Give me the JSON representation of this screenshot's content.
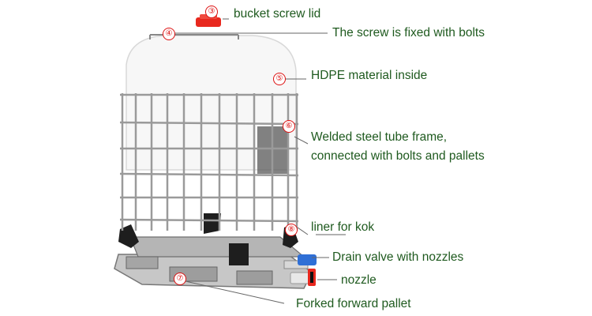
{
  "labels": {
    "lid": "bucket screw lid",
    "bolts": "The screw is fixed with bolts",
    "hdpe": "HDPE material inside",
    "frame_line1": "Welded steel tube frame,",
    "frame_line2": "connected with bolts and pallets",
    "liner": "liner  for kok",
    "drain": "Drain valve with nozzles",
    "nozzle": "nozzle",
    "pallet": "Forked forward pallet"
  },
  "markers": {
    "lid": "③",
    "bolts": "④",
    "hdpe": "⑤",
    "frame": "⑥",
    "pallet": "⑦",
    "liner": "⑧"
  },
  "colors": {
    "label_text": "#1f5a1f",
    "marker": "#dd1111",
    "lid": "#e8281e",
    "valve": "#2f6fd6",
    "leader_line": "#666666",
    "frame_steel": "#9a9a9a",
    "tank": "#f6f6f6",
    "pallet": "#bfbfbf"
  }
}
